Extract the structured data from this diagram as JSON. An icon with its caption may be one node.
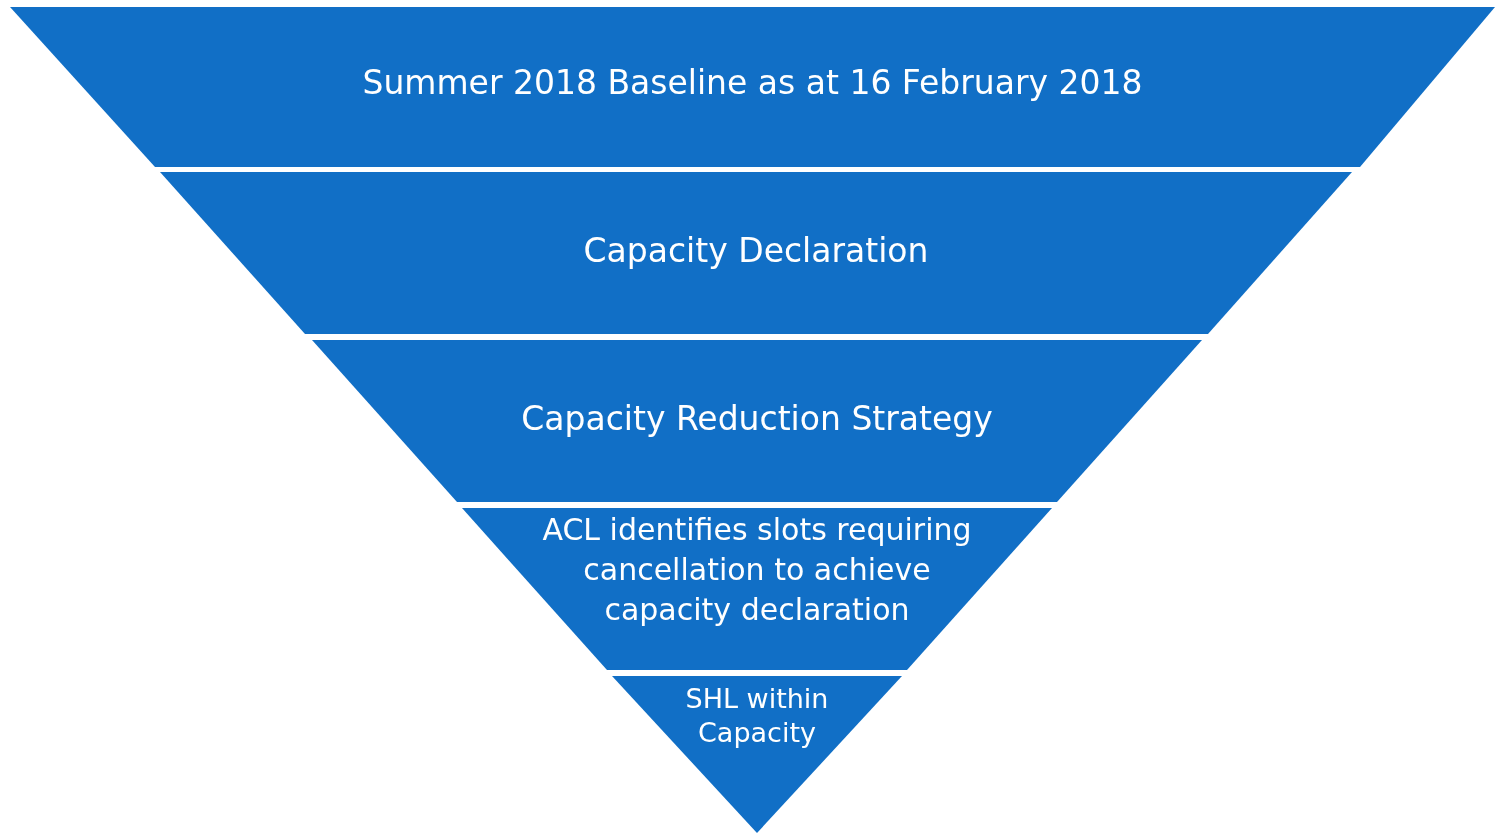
{
  "diagram": {
    "nodes": [
      {
        "text": [
          "Summer 2018 Baseline as at 16 February 2018"
        ]
      },
      {
        "text": [
          "Capacity Declaration"
        ]
      },
      {
        "text": [
          "Capacity Reduction Strategy"
        ]
      },
      {
        "text": [
          "ACL identifies slots requiring cancellation to achieve capacity declaration"
        ]
      },
      {
        "text": [
          "SHL within Capacity"
        ]
      }
    ]
  }
}
